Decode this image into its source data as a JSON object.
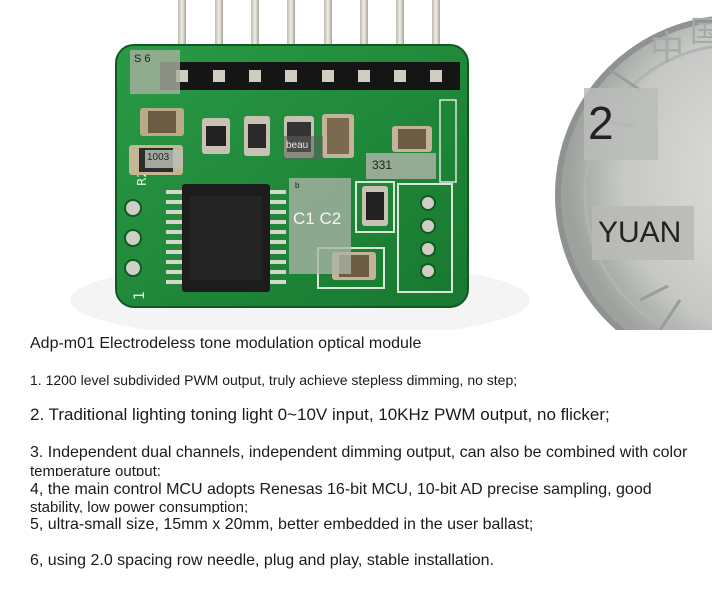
{
  "photo": {
    "labels": {
      "s6": "S 6",
      "r1003": "1003",
      "beau": "beau",
      "c331": "331",
      "b": "b",
      "c1c2": "C1  C2",
      "coin_value": "2",
      "coin_currency": "YUAN"
    },
    "colors": {
      "pcb": "#1f8a3a",
      "pcb_dark": "#156b2b",
      "chip": "#1a1a1a",
      "coin": "#c9cbc9",
      "pins": "#d7d3c9"
    }
  },
  "description": {
    "title": "Adp-m01 Electrodeless tone modulation optical module",
    "items": [
      "1. 1200 level subdivided PWM output, truly achieve stepless dimming, no step;",
      "2. Traditional lighting toning light 0~10V input, 10KHz PWM output, no flicker;",
      "3. Independent dual channels, independent dimming output, can also be combined with color",
      "temperature output;",
      "4, the main control MCU adopts Renesas 16-bit MCU, 10-bit AD precise sampling, good",
      "stability, low power consumption;",
      "5, ultra-small size, 15mm x 20mm, better embedded in the user ballast;",
      "6, using 2.0 spacing row needle, plug and play, stable installation."
    ]
  }
}
